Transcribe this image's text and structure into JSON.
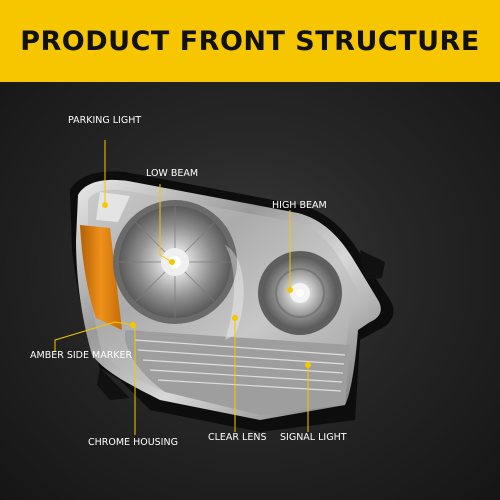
{
  "header": {
    "title": "PRODUCT FRONT STRUCTURE"
  },
  "colors": {
    "banner": "#f6c700",
    "background": "#1b1b1b",
    "callout": "#f6c700",
    "amber": "#e8860f",
    "chrome": "#c8c8c8"
  },
  "callouts": [
    {
      "id": "parking-light",
      "label": "PARKING LIGHT"
    },
    {
      "id": "low-beam",
      "label": "LOW BEAM"
    },
    {
      "id": "high-beam",
      "label": "HIGH BEAM"
    },
    {
      "id": "amber-side-marker",
      "label": "AMBER SIDE MARKER"
    },
    {
      "id": "chrome-housing",
      "label": "CHROME HOUSING"
    },
    {
      "id": "clear-lens",
      "label": "CLEAR LENS"
    },
    {
      "id": "signal-light",
      "label": "SIGNAL LIGHT"
    }
  ]
}
